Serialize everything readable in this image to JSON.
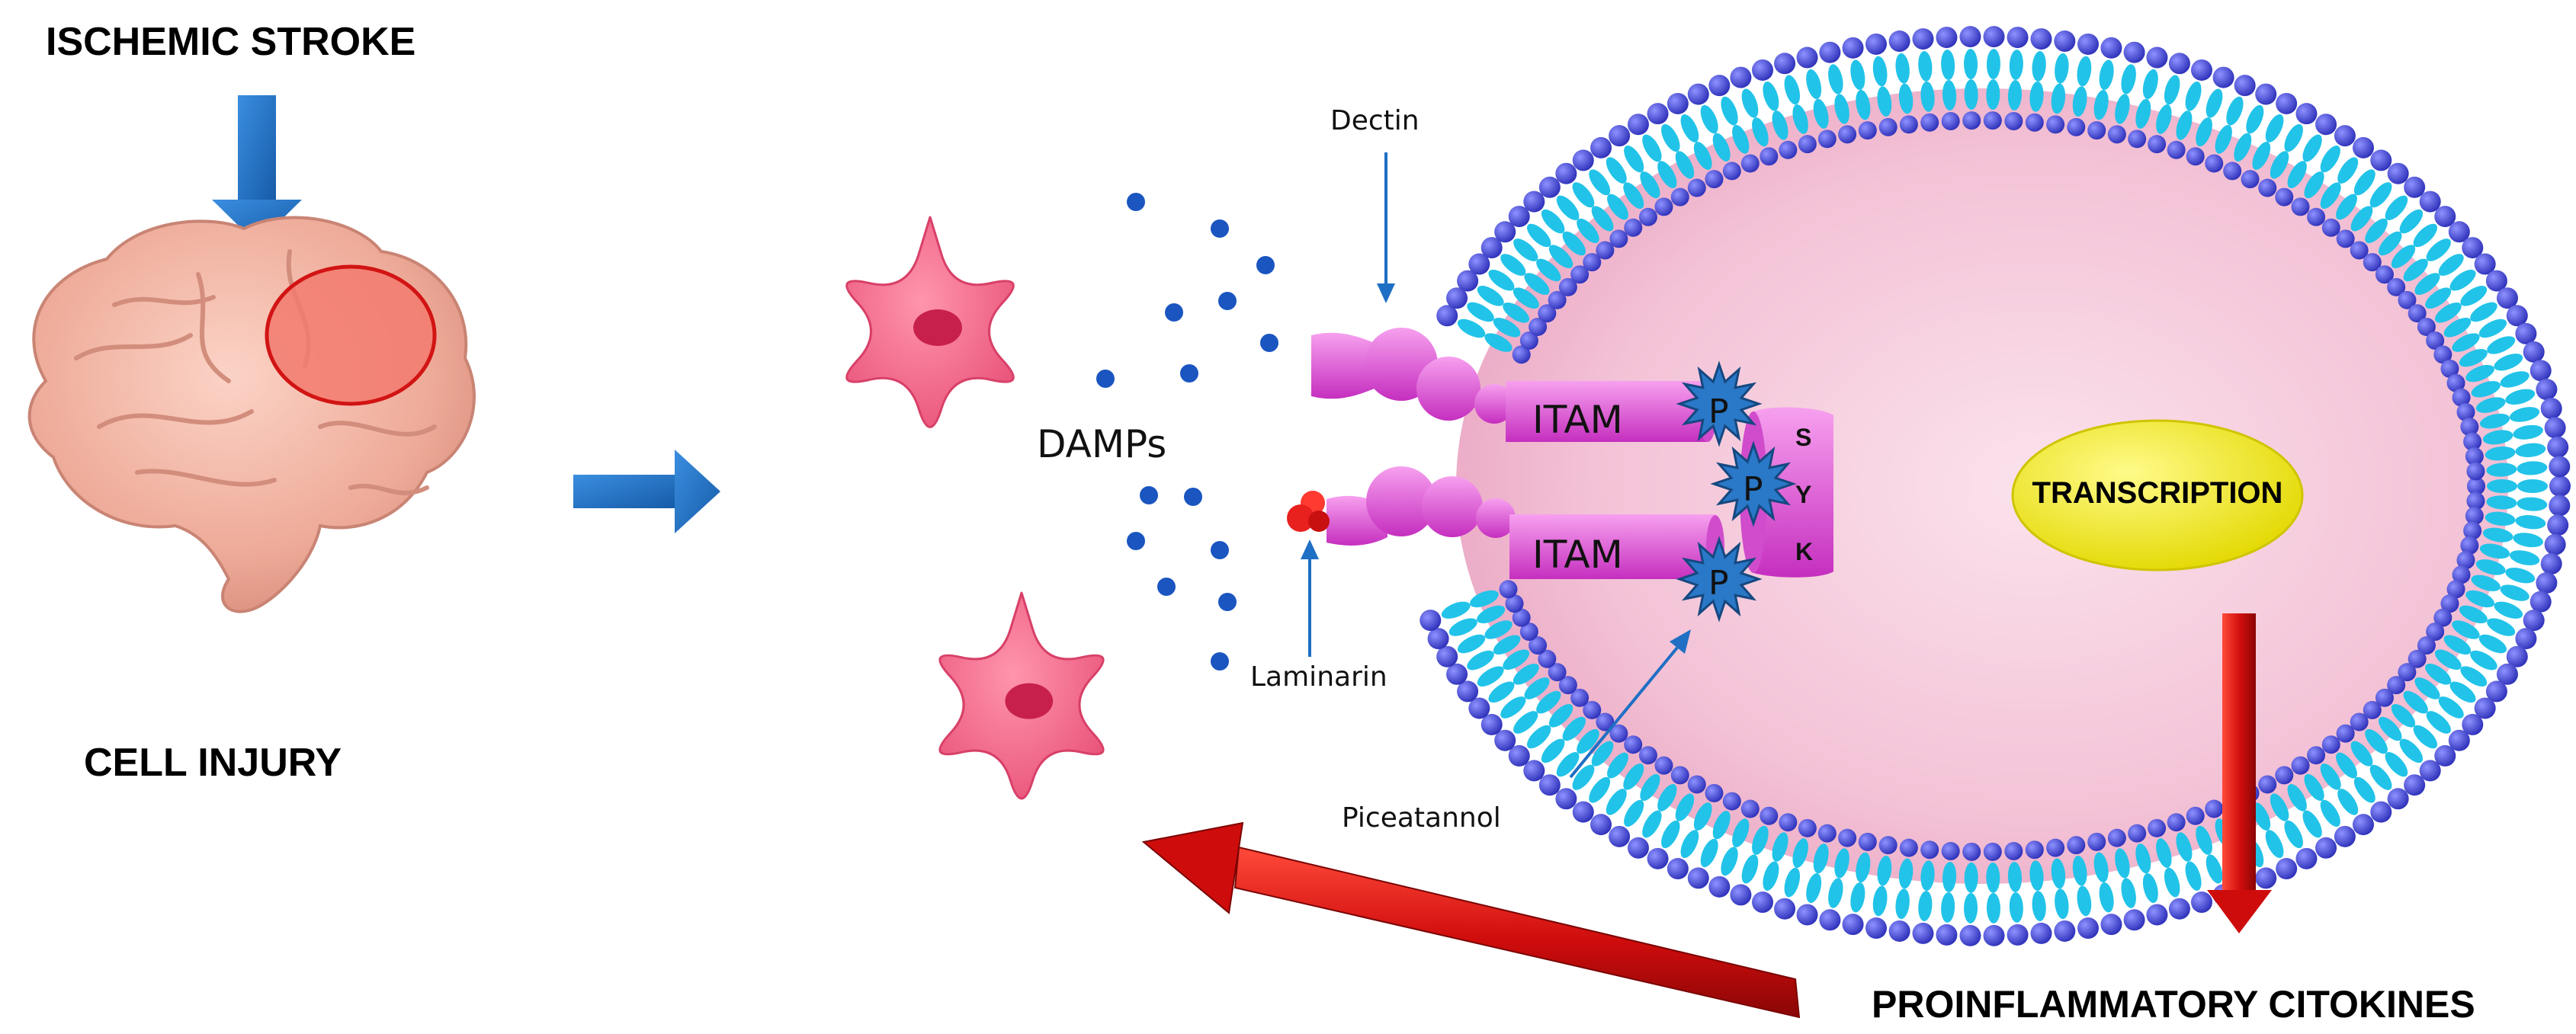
{
  "labels": {
    "ischemic_stroke": "ISCHEMIC STROKE",
    "cell_injury": "CELL INJURY",
    "damps": "DAMPs",
    "dectin": "Dectin",
    "laminarin": "Laminarin",
    "piceatannol": "Piceatannol",
    "itam_top": "ITAM",
    "itam_bottom": "ITAM",
    "p1": "P",
    "p2": "P",
    "p3": "P",
    "syk_s": "S",
    "syk_y": "Y",
    "syk_k": "K",
    "transcription": "TRANSCRIPTION",
    "proinflammatory": "PROINFLAMMATORY CITOKINES"
  },
  "colors": {
    "blue_arrow": "#1f6fc4",
    "red_arrow": "#d01010",
    "membrane_head": "#3b3fd1",
    "membrane_tail": "#22c3e8",
    "cell_interior": "#f5c6d8",
    "receptor": "#e04fd4",
    "kinase_star": "#2a78c8",
    "transcription": "#f2ee1a",
    "microglia": "#f06a8c",
    "damps_dot": "#1a55c0",
    "laminarin": "#e8201e",
    "brain": "#f2b2a2",
    "infarct": "#f07068"
  },
  "icons": {
    "brain": "brain-icon",
    "microglia": "microglia-cell-icon",
    "cell": "cell-membrane-icon"
  }
}
